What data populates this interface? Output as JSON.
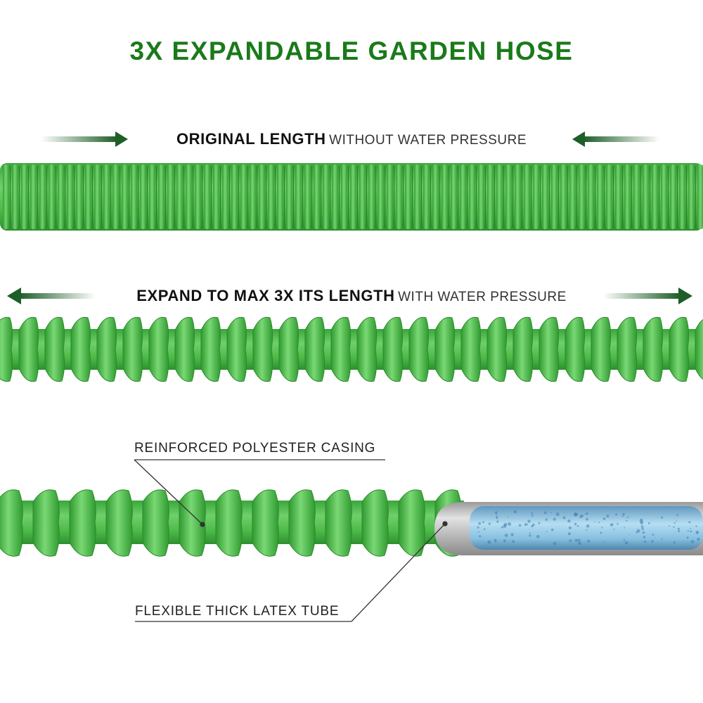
{
  "title": "3X EXPANDABLE GARDEN HOSE",
  "original": {
    "bold": "ORIGINAL LENGTH",
    "light": "WITHOUT WATER PRESSURE"
  },
  "expanded": {
    "bold": "EXPAND TO MAX 3X ITS LENGTH",
    "light": "WITH WATER PRESSURE"
  },
  "callouts": {
    "casing": "REINFORCED POLYESTER CASING",
    "tube": "FLEXIBLE THICK LATEX TUBE"
  },
  "colors": {
    "title": "#1a7a1a",
    "arrow": "#1e5e28",
    "hose": "#4fbf4f",
    "tube": "#8fc6e6"
  }
}
